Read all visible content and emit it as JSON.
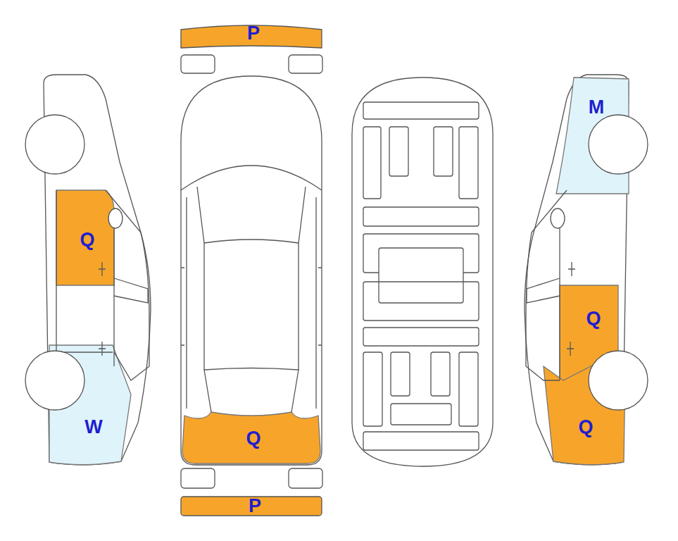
{
  "diagram": {
    "labels": [
      "P",
      "M",
      "Q",
      "Q",
      "W",
      "Q",
      "Q",
      "P"
    ]
  }
}
